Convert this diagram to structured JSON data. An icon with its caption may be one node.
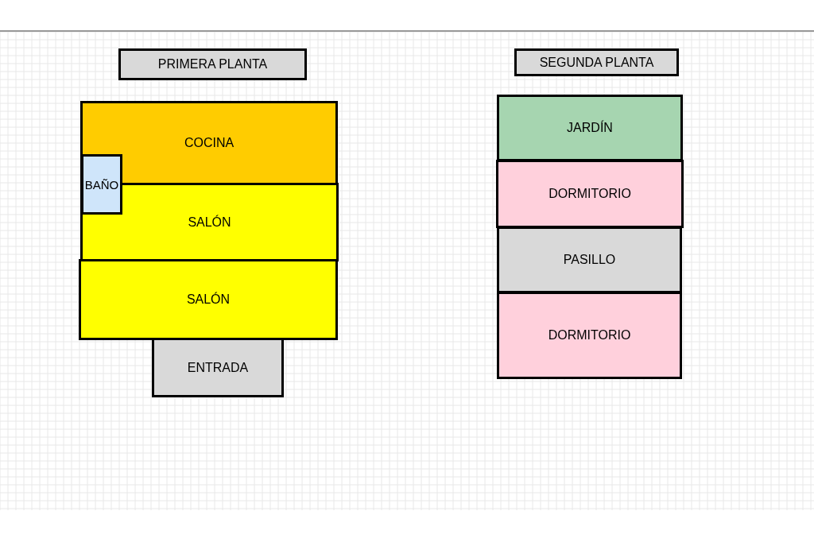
{
  "diagram": {
    "nodes": [
      {
        "text": [
          "PRIMERA PLANTA"
        ]
      },
      {
        "text": [
          "COCINA"
        ]
      },
      {
        "text": [
          "BAÑO"
        ]
      },
      {
        "text": [
          "SALÓN"
        ]
      },
      {
        "text": [
          "SALÓN"
        ]
      },
      {
        "text": [
          "ENTRADA"
        ]
      },
      {
        "text": [
          "SEGUNDA PLANTA"
        ]
      },
      {
        "text": [
          "JARDÍN"
        ]
      },
      {
        "text": [
          "DORMITORIO"
        ]
      },
      {
        "text": [
          "PASILLO"
        ]
      },
      {
        "text": [
          "DORMITORIO"
        ]
      }
    ]
  }
}
